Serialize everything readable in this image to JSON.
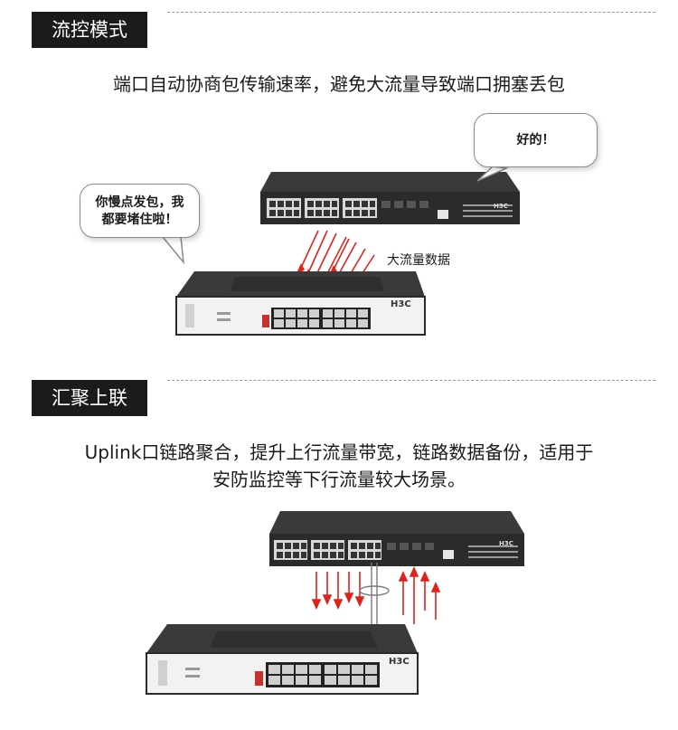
{
  "section1": {
    "title": "流控模式",
    "description": "端口自动协商包传输速率，避免大流量导致端口拥塞丢包",
    "bubble_top": "好的！",
    "bubble_left_line1": "你慢点发包，我",
    "bubble_left_line2": "都要堵住啦！",
    "flow_label": "大流量数据"
  },
  "section2": {
    "title": "汇聚上联",
    "description_line1": "Uplink口链路聚合，提升上行流量带宽，链路数据备份，适用于",
    "description_line2": "安防监控等下行流量较大场景。"
  },
  "brand": "H3C",
  "colors": {
    "arrow_red": "#e0221c",
    "device_dark": "#2a2a2a",
    "device_front": "#f2f2f2"
  }
}
